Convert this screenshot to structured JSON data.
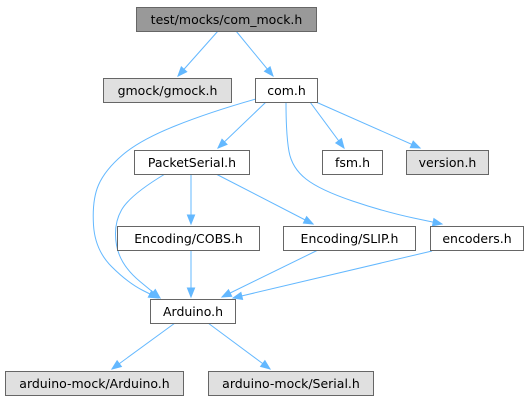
{
  "colors": {
    "root_fill": "#999999",
    "normal_fill": "#ffffff",
    "external_fill": "#e0e0e0",
    "border": "#666666",
    "edge": "#63b8ff"
  },
  "nodes": [
    {
      "id": "com_mock",
      "label": "test/mocks/com_mock.h",
      "kind": "root"
    },
    {
      "id": "gmock",
      "label": "gmock/gmock.h",
      "kind": "external"
    },
    {
      "id": "com",
      "label": "com.h",
      "kind": "normal"
    },
    {
      "id": "packetserial",
      "label": "PacketSerial.h",
      "kind": "normal"
    },
    {
      "id": "fsm",
      "label": "fsm.h",
      "kind": "normal"
    },
    {
      "id": "version",
      "label": "version.h",
      "kind": "external"
    },
    {
      "id": "cobs",
      "label": "Encoding/COBS.h",
      "kind": "normal"
    },
    {
      "id": "slip",
      "label": "Encoding/SLIP.h",
      "kind": "normal"
    },
    {
      "id": "encoders",
      "label": "encoders.h",
      "kind": "normal"
    },
    {
      "id": "arduino",
      "label": "Arduino.h",
      "kind": "normal"
    },
    {
      "id": "arduino_mock",
      "label": "arduino-mock/Arduino.h",
      "kind": "external"
    },
    {
      "id": "serial_mock",
      "label": "arduino-mock/Serial.h",
      "kind": "external"
    }
  ],
  "edges": [
    {
      "from": "com_mock",
      "to": "gmock"
    },
    {
      "from": "com_mock",
      "to": "com"
    },
    {
      "from": "com",
      "to": "packetserial"
    },
    {
      "from": "com",
      "to": "fsm"
    },
    {
      "from": "com",
      "to": "version"
    },
    {
      "from": "com",
      "to": "encoders"
    },
    {
      "from": "com",
      "to": "arduino"
    },
    {
      "from": "packetserial",
      "to": "cobs"
    },
    {
      "from": "packetserial",
      "to": "slip"
    },
    {
      "from": "packetserial",
      "to": "arduino"
    },
    {
      "from": "cobs",
      "to": "arduino"
    },
    {
      "from": "slip",
      "to": "arduino"
    },
    {
      "from": "encoders",
      "to": "arduino"
    },
    {
      "from": "arduino",
      "to": "arduino_mock"
    },
    {
      "from": "arduino",
      "to": "serial_mock"
    }
  ]
}
